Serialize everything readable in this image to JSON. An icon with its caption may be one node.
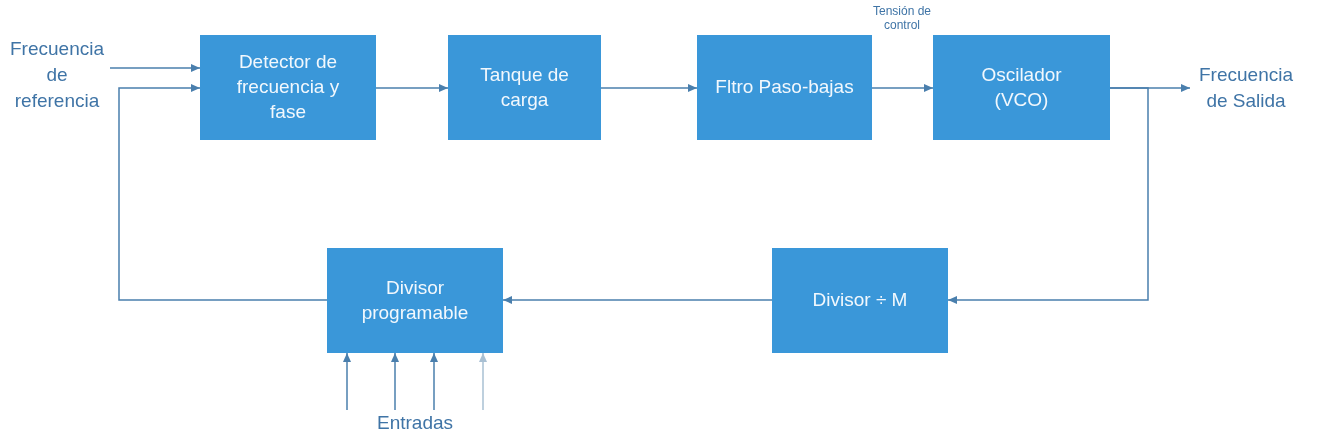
{
  "diagram": {
    "nodes": [
      {
        "text": [
          "Frecuencia de referencia"
        ]
      },
      {
        "text": [
          "Detector de frecuencia y fase"
        ]
      },
      {
        "text": [
          "Tanque de carga"
        ]
      },
      {
        "text": [
          "Fltro Paso-bajas"
        ]
      },
      {
        "text": [
          "Oscilador (VCO)"
        ]
      },
      {
        "text": [
          "Frecuencia de Salida"
        ]
      },
      {
        "text": [
          "Divisor programable"
        ]
      },
      {
        "text": [
          "Divisor ÷ M"
        ]
      },
      {
        "text": [
          "Entradas"
        ]
      }
    ],
    "edges": [
      {
        "from": 0,
        "to": 1,
        "arrow": "to"
      },
      {
        "from": 1,
        "to": 2,
        "arrow": "to"
      },
      {
        "from": 2,
        "to": 3,
        "arrow": "to"
      },
      {
        "from": 3,
        "to": 4,
        "arrow": "to",
        "label": "Tensión de control"
      },
      {
        "from": 4,
        "to": 5,
        "arrow": "to"
      },
      {
        "from": 4,
        "to": 7,
        "arrow": "to"
      },
      {
        "from": 7,
        "to": 6,
        "arrow": "to"
      },
      {
        "from": 6,
        "to": 1,
        "arrow": "to"
      },
      {
        "from": 8,
        "to": 6,
        "arrow": "to"
      },
      {
        "from": 8,
        "to": 6,
        "arrow": "to"
      },
      {
        "from": 8,
        "to": 6,
        "arrow": "to"
      },
      {
        "from": 8,
        "to": 6,
        "arrow": "to",
        "color": "#a9c0d3"
      }
    ]
  }
}
